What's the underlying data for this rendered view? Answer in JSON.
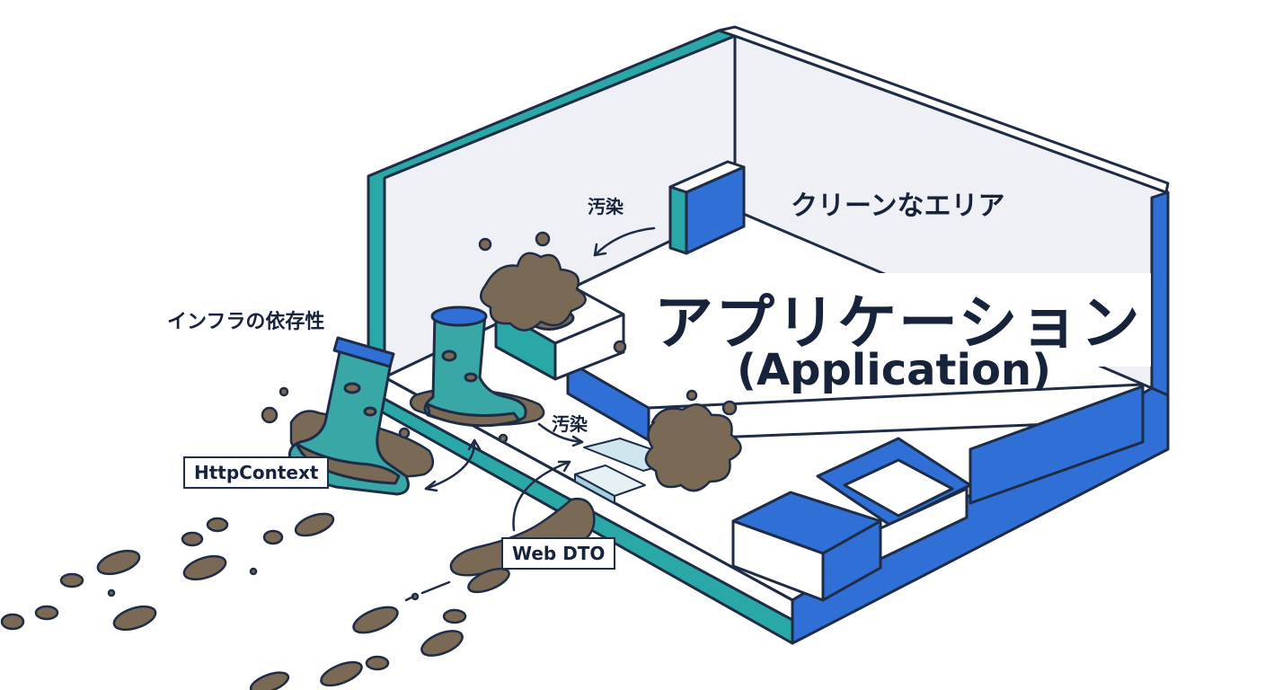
{
  "labels": {
    "title_ja": "アプリケーション",
    "title_en": "(Application)",
    "clean_area": "クリーンなエリア",
    "infra_dependency": "インフラの依存性",
    "pollution_top": "汚染",
    "pollution_middle": "汚染",
    "httpcontext": "HttpContext",
    "web_dto": "Web DTO"
  },
  "colors": {
    "outline": "#1e2c46",
    "wall_face": "#eef0f6",
    "floor": "#ffffff",
    "blue_accent": "#2f6fd6",
    "teal_accent": "#2aa8a8",
    "mud": "#7a6a55",
    "boot_teal": "#3aa7a7"
  },
  "icons": [
    "boot-icon",
    "boot-icon",
    "mud-splat-icon",
    "footprint-icon",
    "arrow-icon"
  ]
}
